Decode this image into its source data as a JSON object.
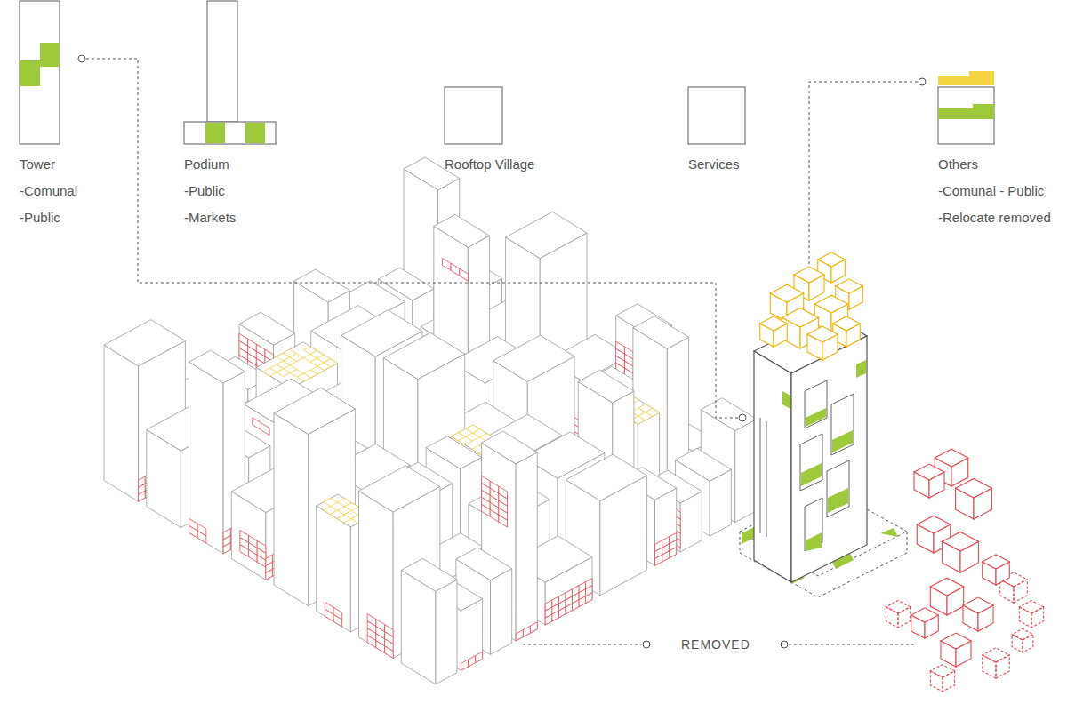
{
  "diagram": {
    "nodes": [
      {
        "text": [
          "Tower",
          "-Comunal",
          "-Public"
        ]
      },
      {
        "text": [
          "Podium",
          "-Public",
          "-Markets"
        ]
      },
      {
        "text": [
          "Rooftop Village"
        ]
      },
      {
        "text": [
          "Services"
        ]
      },
      {
        "text": [
          "Others",
          "-Comunal - Public",
          "-Relocate removed"
        ]
      }
    ],
    "labels": [
      "REMOVED"
    ]
  }
}
